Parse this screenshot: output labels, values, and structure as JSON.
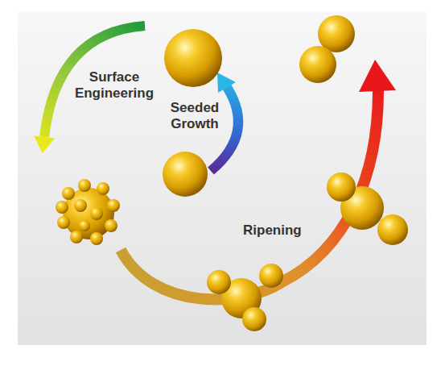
{
  "diagram": {
    "labels": [
      "Surface Engineering",
      "Seeded Growth",
      "Ripening"
    ]
  }
}
